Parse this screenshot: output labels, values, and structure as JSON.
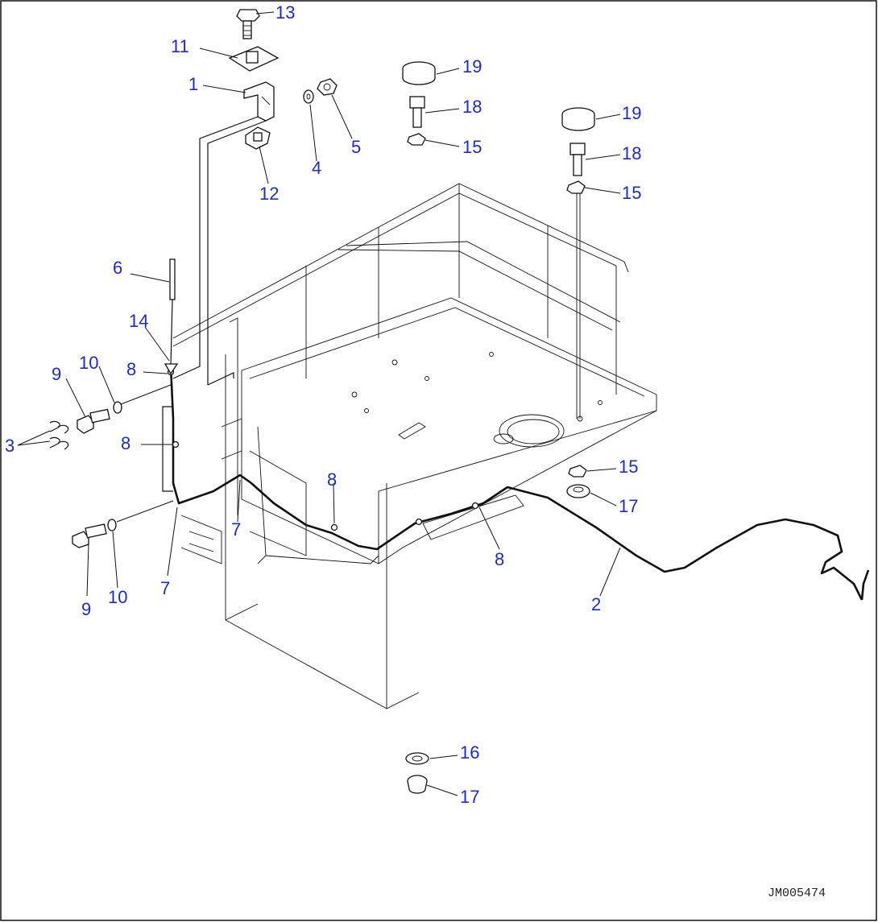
{
  "diagram": {
    "drawing_code": "JM005474",
    "callouts": [
      {
        "id": "c13",
        "label": "13"
      },
      {
        "id": "c11",
        "label": "11"
      },
      {
        "id": "c1",
        "label": "1"
      },
      {
        "id": "c4",
        "label": "4"
      },
      {
        "id": "c5",
        "label": "5"
      },
      {
        "id": "c12",
        "label": "12"
      },
      {
        "id": "c19a",
        "label": "19"
      },
      {
        "id": "c18a",
        "label": "18"
      },
      {
        "id": "c15a",
        "label": "15"
      },
      {
        "id": "c19b",
        "label": "19"
      },
      {
        "id": "c18b",
        "label": "18"
      },
      {
        "id": "c15b",
        "label": "15"
      },
      {
        "id": "c6",
        "label": "6"
      },
      {
        "id": "c14",
        "label": "14"
      },
      {
        "id": "c10a",
        "label": "10"
      },
      {
        "id": "c9a",
        "label": "9"
      },
      {
        "id": "c8a",
        "label": "8"
      },
      {
        "id": "c3",
        "label": "3"
      },
      {
        "id": "c8b",
        "label": "8"
      },
      {
        "id": "c8c",
        "label": "8"
      },
      {
        "id": "c7a",
        "label": "7"
      },
      {
        "id": "c7b",
        "label": "7"
      },
      {
        "id": "c9b",
        "label": "9"
      },
      {
        "id": "c10b",
        "label": "10"
      },
      {
        "id": "c15c",
        "label": "15"
      },
      {
        "id": "c17a",
        "label": "17"
      },
      {
        "id": "c8d",
        "label": "8"
      },
      {
        "id": "c2",
        "label": "2"
      },
      {
        "id": "c16",
        "label": "16"
      },
      {
        "id": "c17b",
        "label": "17"
      }
    ]
  }
}
